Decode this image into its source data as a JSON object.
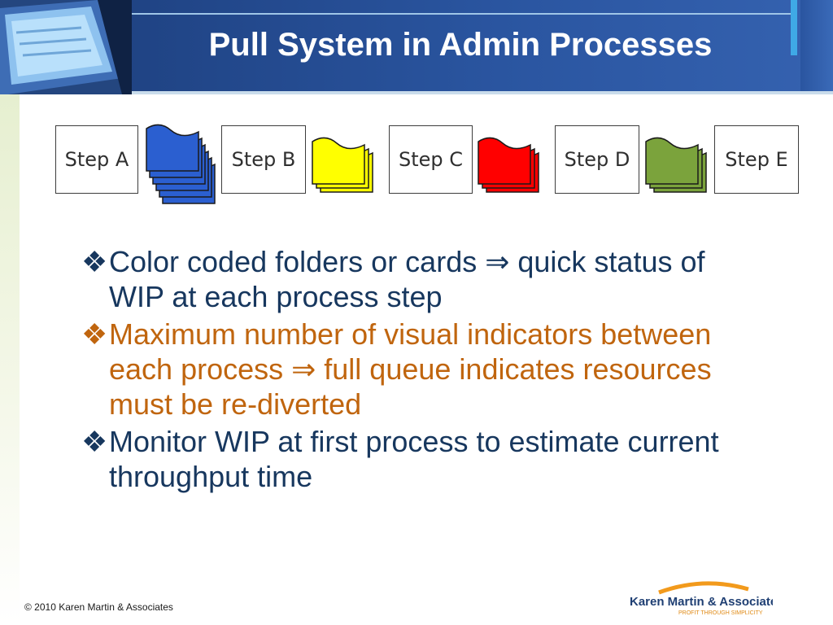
{
  "title": "Pull System in Admin Processes",
  "steps": [
    "Step A",
    "Step B",
    "Step C",
    "Step D",
    "Step E"
  ],
  "queue_colors": {
    "blue": "#2b5fd0",
    "yellow": "#ffff00",
    "red": "#ff0000",
    "green": "#7ba33c"
  },
  "bullets": [
    {
      "text": "Color coded folders or cards ⇒ quick status of WIP at each process step",
      "color": "#17375e"
    },
    {
      "text": "Maximum number of visual indicators between each process ⇒ full queue indicates resources must be re-diverted",
      "color": "#c0650e"
    },
    {
      "text": "Monitor WIP at first process to estimate current throughput time",
      "color": "#17375e"
    }
  ],
  "bullet_icon": "diamond-bullet-icon",
  "footer": "© 2010 Karen Martin & Associates",
  "logo": {
    "name": "Karen Martin & Associates",
    "tagline": "PROFIT THROUGH SIMPLICITY"
  }
}
